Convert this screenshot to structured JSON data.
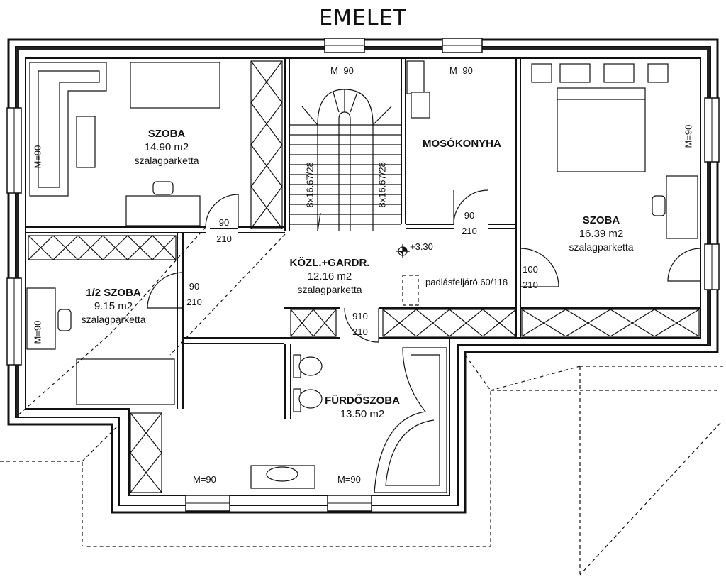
{
  "title": "EMELET",
  "rooms": [
    {
      "name": "SZOBA",
      "area": "14.90 m2",
      "floor": "szalagparketta"
    },
    {
      "name": "1/2 SZOBA",
      "area": "9.15 m2",
      "floor": "szalagparketta"
    },
    {
      "name": "KÖZL.+GARDR.",
      "area": "12.16 m2",
      "floor": "szalagparketta"
    },
    {
      "name": "MOSÓKONYHA"
    },
    {
      "name": "SZOBA",
      "area": "16.39 m2",
      "floor": "szalagparketta"
    },
    {
      "name": "FÜRDŐSZOBA",
      "area": "13.50 m2"
    }
  ],
  "windows": {
    "stair_top": "M=90",
    "laundry_top": "M=90",
    "bed1_left": "M=90",
    "half_left": "M=90",
    "bed2_right": "M=90",
    "bath_bottom_left": "M=90",
    "bath_bottom_right": "M=90"
  },
  "doors": [
    {
      "width": "90",
      "height": "210"
    },
    {
      "width": "90",
      "height": "210"
    },
    {
      "width": "90",
      "height": "210"
    },
    {
      "width": "100",
      "height": "210"
    },
    {
      "width": "910",
      "height": "210"
    }
  ],
  "stairs": {
    "left": "8x16.67/28",
    "right": "8x16.67/28"
  },
  "level": "+3.30",
  "attic_hatch": "padlásfeljáró 60/118"
}
